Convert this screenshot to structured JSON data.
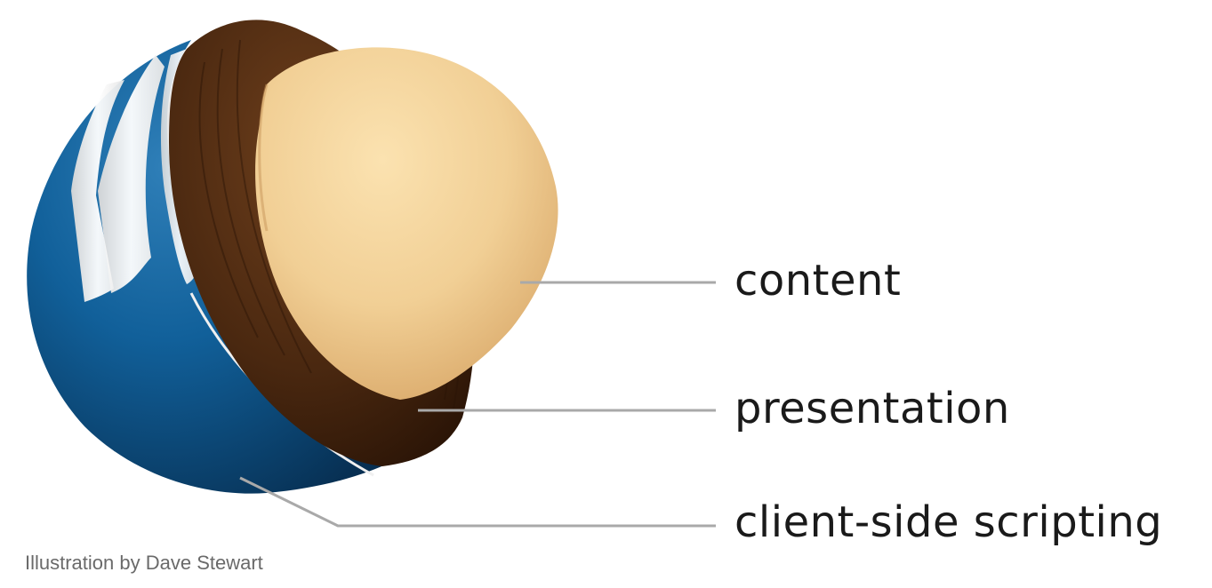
{
  "labels": {
    "content": "content",
    "presentation": "presentation",
    "scripting": "client-side scripting"
  },
  "credit": "Illustration by Dave Stewart",
  "colors": {
    "shell_blue": "#0f5a8f",
    "shell_stripe": "#ffffff",
    "middle_brown": "#4a2810",
    "core_tan": "#f1cf95",
    "leader_line": "#a9a9a9",
    "label_text": "#1a1a1a",
    "credit_text": "#6a6a6a"
  },
  "layers": [
    "content",
    "presentation",
    "client-side scripting"
  ]
}
